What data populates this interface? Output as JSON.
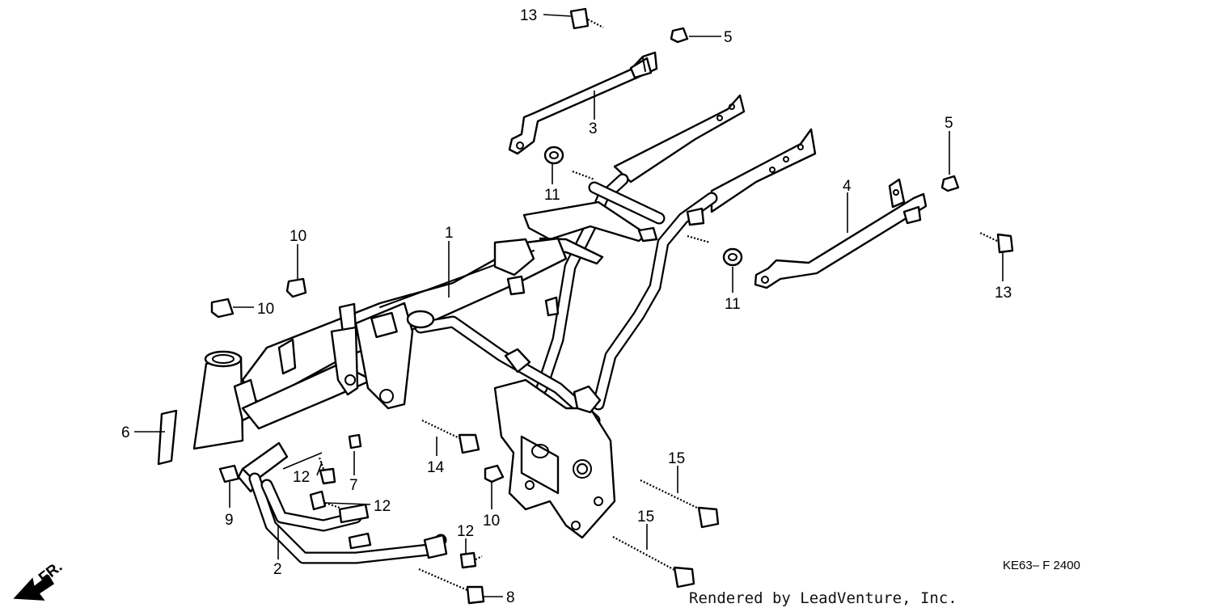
{
  "diagram": {
    "callouts": {
      "c1": "1",
      "c2": "2",
      "c3": "3",
      "c4": "4",
      "c5a": "5",
      "c5b": "5",
      "c6": "6",
      "c7": "7",
      "c8": "8",
      "c9": "9",
      "c10a": "10",
      "c10b": "10",
      "c10c": "10",
      "c11a": "11",
      "c11b": "11",
      "c12a": "12",
      "c12b": "12",
      "c12c": "12",
      "c13a": "13",
      "c13b": "13",
      "c14": "14",
      "c15a": "15",
      "c15b": "15"
    },
    "direction_label": "FR.",
    "diagram_code": "KE63– F 2400",
    "credit": "Rendered by LeadVenture, Inc."
  }
}
